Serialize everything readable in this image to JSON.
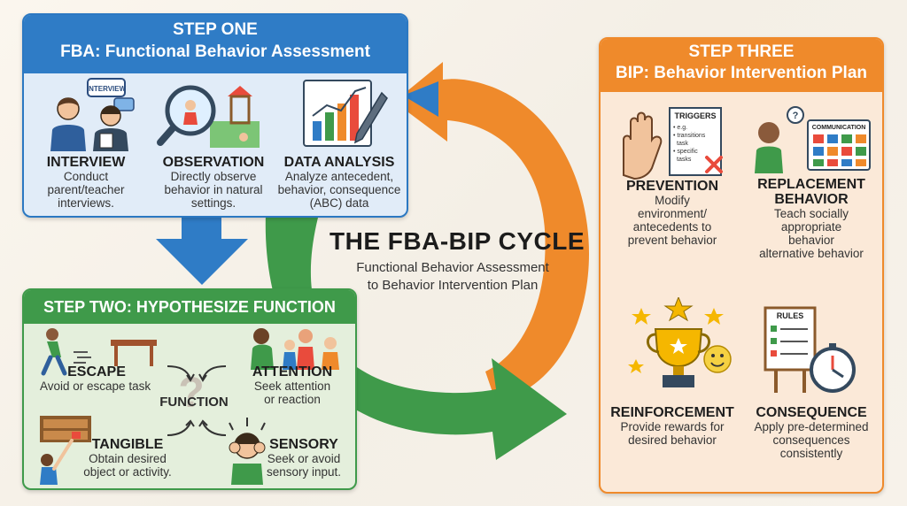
{
  "title": "THE FBA-BIP CYCLE",
  "subtitle_line1": "Functional Behavior Assessment",
  "subtitle_line2": "to Behavior Intervention Plan",
  "step_one": {
    "label": "STEP ONE",
    "title": "FBA: Functional Behavior Assessment",
    "items": [
      {
        "title": "INTERVIEW",
        "desc": [
          "Conduct",
          "parent/teacher",
          "interviews."
        ],
        "icon": "interview-icon"
      },
      {
        "title": "OBSERVATION",
        "desc": [
          "Directly observe",
          "behavior in natural",
          "settings."
        ],
        "icon": "magnifier-playground-icon"
      },
      {
        "title": "DATA ANALYSIS",
        "desc": [
          "Analyze antecedent,",
          "behavior, consequence",
          "(ABC) data"
        ],
        "icon": "chart-pen-icon"
      }
    ],
    "icon_text": {
      "interview_bubble": "INTERVIEW"
    }
  },
  "step_two": {
    "title": "STEP TWO: HYPOTHESIZE FUNCTION",
    "center": "FUNCTION",
    "items": [
      {
        "title": "ESCAPE",
        "desc": [
          "Avoid or escape task"
        ]
      },
      {
        "title": "ATTENTION",
        "desc": [
          "Seek attention",
          "or reaction"
        ]
      },
      {
        "title": "TANGIBLE",
        "desc": [
          "Obtain desired",
          "object or activity."
        ]
      },
      {
        "title": "SENSORY",
        "desc": [
          "Seek or avoid",
          "sensory input."
        ]
      }
    ]
  },
  "step_three": {
    "label": "STEP THREE",
    "title": "BIP: Behavior Intervention Plan",
    "items": [
      {
        "title": [
          "PREVENTION"
        ],
        "desc": [
          "Modify",
          "environment/",
          "antecedents to",
          "prevent behavior"
        ]
      },
      {
        "title": [
          "REPLACEMENT",
          "BEHAVIOR"
        ],
        "desc": [
          "Teach socially",
          "appropriate",
          "behavior",
          "alternative behavior"
        ]
      },
      {
        "title": [
          "REINFORCEMENT"
        ],
        "desc": [
          "Provide rewards for",
          "desired behavior"
        ]
      },
      {
        "title": [
          "CONSEQUENCE"
        ],
        "desc": [
          "Apply pre-determined",
          "consequences",
          "consistently"
        ]
      }
    ],
    "icon_text": {
      "triggers": "TRIGGERS",
      "trigger_notes": [
        "• e.g.",
        "• transitions",
        "task",
        "• specific",
        "tasks"
      ],
      "communication": "COMMUNICATION",
      "rules": "RULES"
    }
  },
  "colors": {
    "blue": "#2f7cc6",
    "green": "#3f9a4a",
    "orange": "#ef8a2b"
  }
}
